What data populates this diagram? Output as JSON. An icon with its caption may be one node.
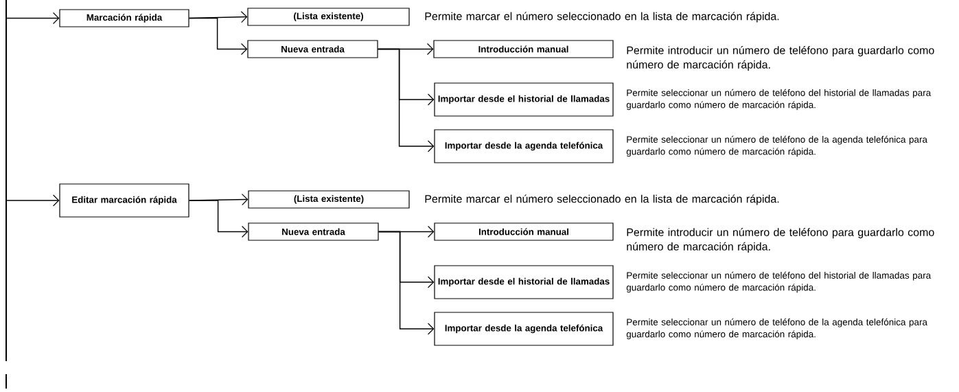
{
  "diagram": {
    "nodes": [
      {
        "text": [
          "Marcación rápida"
        ]
      },
      {
        "text": [
          "(Lista existente)"
        ],
        "beside": [
          "Permite marcar el número seleccionado en la lista de marcación rápida."
        ]
      },
      {
        "text": [
          "Nueva entrada"
        ]
      },
      {
        "text": [
          "Introducción manual"
        ],
        "beside": [
          "Permite introducir un número de teléfono para guardarlo como número de marcación rápida."
        ]
      },
      {
        "text": [
          "Importar desde el historial de llamadas"
        ],
        "beside": [
          "Permite seleccionar un número de teléfono del historial de llamadas para guardarlo como número de marcación rápida."
        ]
      },
      {
        "text": [
          "Importar desde la agenda telefónica"
        ],
        "beside": [
          "Permite seleccionar un número de teléfono de la agenda telefónica para guardarlo como número de marcación rápida."
        ]
      },
      {
        "text": [
          "Editar marcación rápida"
        ]
      },
      {
        "text": [
          "(Lista existente)"
        ],
        "beside": [
          "Permite marcar el número seleccionado en la lista de marcación rápida."
        ]
      },
      {
        "text": [
          "Nueva entrada"
        ]
      },
      {
        "text": [
          "Introducción manual"
        ],
        "beside": [
          "Permite introducir un número de teléfono para guardarlo como número de marcación rápida."
        ]
      },
      {
        "text": [
          "Importar desde el historial de llamadas"
        ],
        "beside": [
          "Permite seleccionar un número de teléfono del historial de llamadas para guardarlo como número de marcación rápida."
        ]
      },
      {
        "text": [
          "Importar desde la agenda telefónica"
        ],
        "beside": [
          "Permite seleccionar un número de teléfono de la agenda telefónica para guardarlo como número de marcación rápida."
        ]
      }
    ],
    "edges": [
      {
        "from": null,
        "to": 0,
        "arrow": "to"
      },
      {
        "from": 0,
        "to": 1,
        "arrow": "to"
      },
      {
        "from": 0,
        "to": 2,
        "arrow": "to"
      },
      {
        "from": 2,
        "to": 3,
        "arrow": "to"
      },
      {
        "from": 2,
        "to": 4,
        "arrow": "to"
      },
      {
        "from": 2,
        "to": 5,
        "arrow": "to"
      },
      {
        "from": null,
        "to": 6,
        "arrow": "to"
      },
      {
        "from": 6,
        "to": 7,
        "arrow": "to"
      },
      {
        "from": 6,
        "to": 8,
        "arrow": "to"
      },
      {
        "from": 8,
        "to": 9,
        "arrow": "to"
      },
      {
        "from": 8,
        "to": 10,
        "arrow": "to"
      },
      {
        "from": 8,
        "to": 11,
        "arrow": "to"
      }
    ]
  }
}
